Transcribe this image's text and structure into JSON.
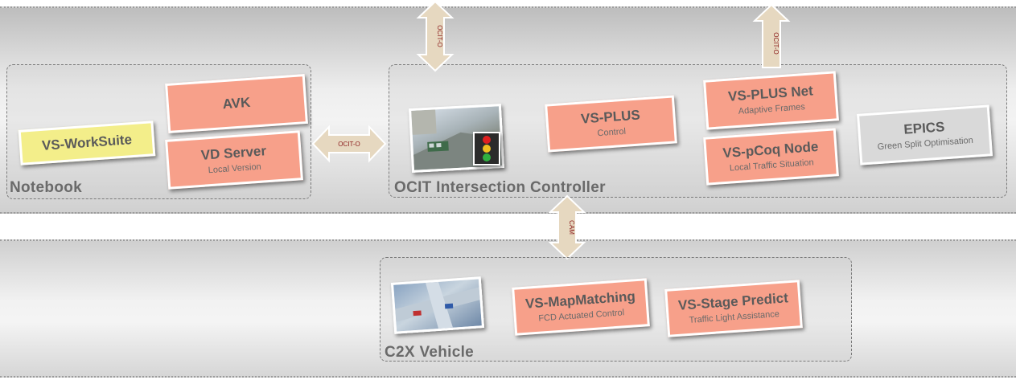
{
  "groups": {
    "notebook": "Notebook",
    "controller": "OCIT Intersection Controller",
    "vehicle": "C2X Vehicle"
  },
  "cards": {
    "worksuite": {
      "title": "VS-WorkSuite"
    },
    "avk": {
      "title": "AVK"
    },
    "vdserver": {
      "title": "VD Server",
      "subtitle": "Local Version"
    },
    "vsplus": {
      "title": "VS-PLUS",
      "subtitle": "Control"
    },
    "vsplusnet": {
      "title": "VS-PLUS Net",
      "subtitle": "Adaptive Frames"
    },
    "pcoq": {
      "title": "VS-pCoq Node",
      "subtitle": "Local Traffic Situation"
    },
    "epics": {
      "title": "EPICS",
      "subtitle": "Green Split Optimisation"
    },
    "mapmatching": {
      "title": "VS-MapMatching",
      "subtitle": "FCD Actuated Control"
    },
    "stagepredict": {
      "title": "VS-Stage Predict",
      "subtitle": "Traffic Light Assistance"
    }
  },
  "arrows": {
    "top_left": "OCIT-O",
    "top_right": "OCIT-O",
    "horizontal": "OCIT-O",
    "vertical": "CAM"
  },
  "colors": {
    "module": "#f7a08a",
    "tool": "#f3ee8a",
    "external": "#d9d9d9",
    "arrow": "#e6d8c0"
  }
}
